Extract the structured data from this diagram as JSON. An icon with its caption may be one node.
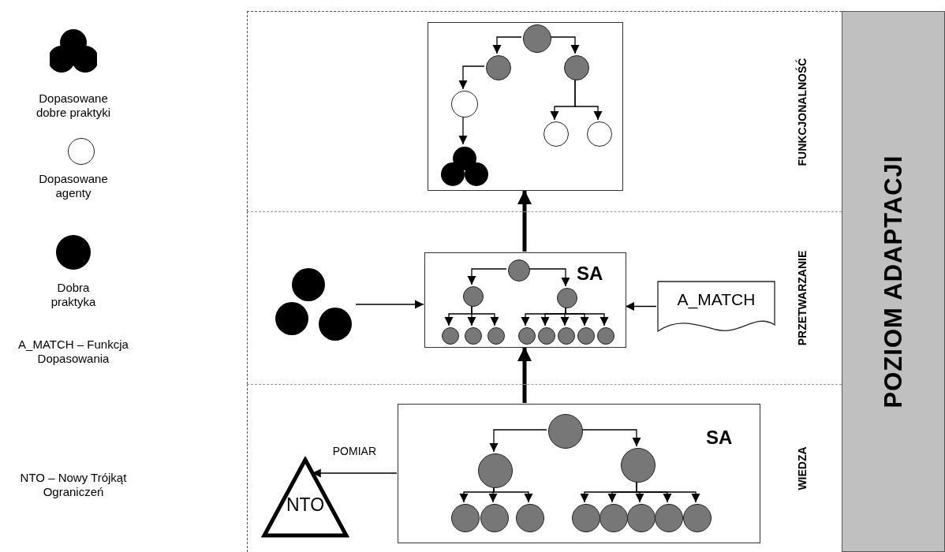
{
  "diagram": {
    "nodes": [
      {
        "text": [
          "POZIOM ADAPTACJI"
        ]
      },
      {
        "text": [
          "FUNKCJONALNOŚĆ"
        ]
      },
      {
        "text": [],
        "shape": "box",
        "in": 1
      },
      {
        "text": [],
        "shape": "circle",
        "in": 2
      },
      {
        "text": [],
        "shape": "circle",
        "in": 2
      },
      {
        "text": [],
        "shape": "circle",
        "in": 2
      },
      {
        "text": [],
        "shape": "circle",
        "in": 2
      },
      {
        "text": [],
        "shape": "circle",
        "in": 2
      },
      {
        "text": [],
        "shape": "circle",
        "in": 2
      },
      {
        "text": [],
        "shape": "circle",
        "in": 2
      },
      {
        "text": [
          "PRZETWARZANIE"
        ]
      },
      {
        "text": [],
        "shape": "circle",
        "in": 10
      },
      {
        "text": [
          "SA"
        ],
        "in": 10
      },
      {
        "text": [],
        "shape": "circle",
        "in": 12
      },
      {
        "text": [],
        "shape": "circle",
        "in": 12
      },
      {
        "text": [],
        "shape": "circle",
        "in": 12
      },
      {
        "text": [],
        "shape": "circle",
        "in": 12
      },
      {
        "text": [],
        "shape": "circle",
        "in": 12
      },
      {
        "text": [],
        "shape": "circle",
        "in": 12
      },
      {
        "text": [],
        "shape": "circle",
        "in": 12
      },
      {
        "text": [],
        "shape": "circle",
        "in": 12
      },
      {
        "text": [],
        "shape": "circle",
        "in": 12
      },
      {
        "text": [],
        "shape": "circle",
        "in": 12
      },
      {
        "text": [],
        "shape": "circle",
        "in": 12
      },
      {
        "text": [
          "A_MATCH"
        ],
        "in": 10
      },
      {
        "text": [
          "WIEDZA"
        ]
      },
      {
        "text": [
          "NTO"
        ],
        "in": 25
      },
      {
        "text": [
          "SA"
        ],
        "in": 25
      },
      {
        "text": [],
        "shape": "circle",
        "in": 27
      },
      {
        "text": [],
        "shape": "circle",
        "in": 27
      },
      {
        "text": [],
        "shape": "circle",
        "in": 27
      },
      {
        "text": [],
        "shape": "circle",
        "in": 27
      },
      {
        "text": [],
        "shape": "circle",
        "in": 27
      },
      {
        "text": [],
        "shape": "circle",
        "in": 27
      },
      {
        "text": [],
        "shape": "circle",
        "in": 27
      },
      {
        "text": [],
        "shape": "circle",
        "in": 27
      },
      {
        "text": [],
        "shape": "circle",
        "in": 27
      },
      {
        "text": [],
        "shape": "circle",
        "in": 27
      },
      {
        "text": [],
        "shape": "circle",
        "in": 27
      }
    ],
    "edges": [
      {
        "from": 3,
        "to": 4,
        "arrow": "to"
      },
      {
        "from": 3,
        "to": 5,
        "arrow": "to"
      },
      {
        "from": 4,
        "to": 6,
        "arrow": "to"
      },
      {
        "from": 6,
        "to": 9,
        "arrow": "to"
      },
      {
        "from": 5,
        "to": 7,
        "arrow": "to"
      },
      {
        "from": 5,
        "to": 8,
        "arrow": "to"
      },
      {
        "from": 12,
        "to": 2,
        "arrow": "to",
        "style": "thick"
      },
      {
        "from": 11,
        "to": 12,
        "arrow": "to"
      },
      {
        "from": 24,
        "to": 12,
        "arrow": "to"
      },
      {
        "from": 13,
        "to": 14,
        "arrow": "to"
      },
      {
        "from": 13,
        "to": 15,
        "arrow": "to"
      },
      {
        "from": 14,
        "to": 16,
        "arrow": "to"
      },
      {
        "from": 14,
        "to": 17,
        "arrow": "to"
      },
      {
        "from": 14,
        "to": 18,
        "arrow": "to"
      },
      {
        "from": 15,
        "to": 19,
        "arrow": "to"
      },
      {
        "from": 15,
        "to": 20,
        "arrow": "to"
      },
      {
        "from": 15,
        "to": 21,
        "arrow": "to"
      },
      {
        "from": 15,
        "to": 22,
        "arrow": "to"
      },
      {
        "from": 15,
        "to": 23,
        "arrow": "to"
      },
      {
        "from": 27,
        "to": 12,
        "arrow": "to",
        "style": "thick"
      },
      {
        "from": 27,
        "to": 26,
        "label": "POMIAR",
        "arrow": "to"
      },
      {
        "from": 28,
        "to": 29,
        "arrow": "to"
      },
      {
        "from": 28,
        "to": 30,
        "arrow": "to"
      },
      {
        "from": 29,
        "to": 31,
        "arrow": "to"
      },
      {
        "from": 29,
        "to": 32,
        "arrow": "to"
      },
      {
        "from": 29,
        "to": 33,
        "arrow": "to"
      },
      {
        "from": 30,
        "to": 34,
        "arrow": "to"
      },
      {
        "from": 30,
        "to": 35,
        "arrow": "to"
      },
      {
        "from": 30,
        "to": 36,
        "arrow": "to"
      },
      {
        "from": 30,
        "to": 37,
        "arrow": "to"
      },
      {
        "from": 30,
        "to": 38,
        "arrow": "to"
      }
    ],
    "legend": [
      {
        "text": "Dopasowane dobre praktyki"
      },
      {
        "text": "Dopasowane agenty"
      },
      {
        "text": "Dobra praktyka"
      },
      {
        "text": "A_MATCH – Funkcja Dopasowania"
      },
      {
        "text": "NTO – Nowy Trójkąt Ograniczeń"
      }
    ]
  }
}
